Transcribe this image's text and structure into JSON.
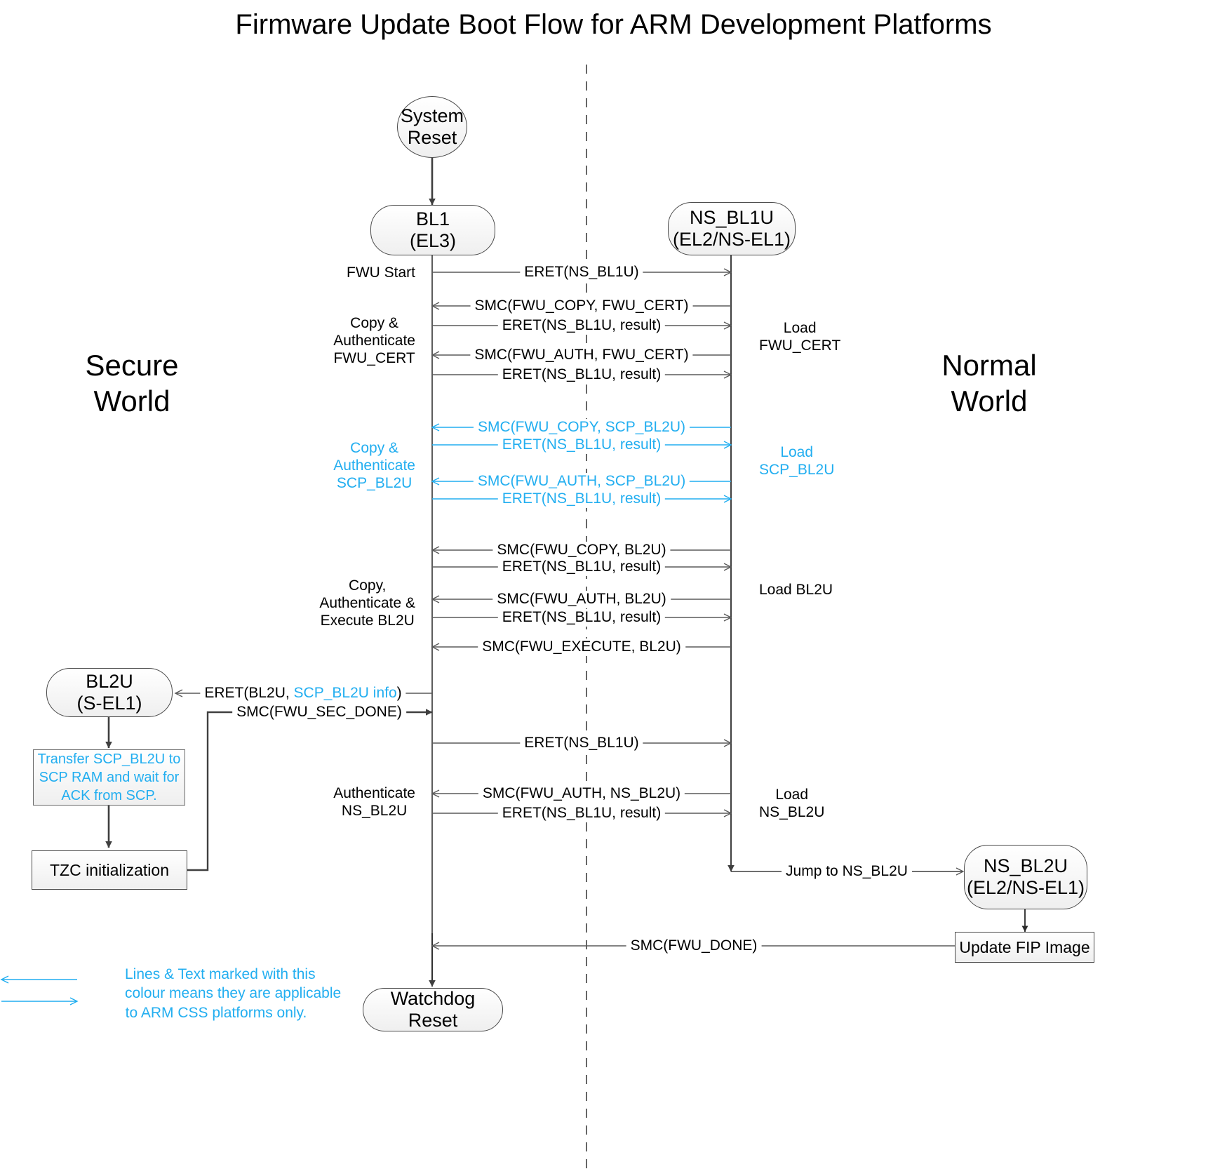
{
  "title": "Firmware Update Boot Flow for ARM Development Platforms",
  "colors": {
    "css_accent": "#22AEF0",
    "line": "#3f3f3f",
    "node_border": "#4a4a4a",
    "node_fill_top": "#ffffff",
    "node_fill_bottom": "#efefef",
    "text": "#000000"
  },
  "worlds": {
    "secure": "Secure\nWorld",
    "normal": "Normal\nWorld"
  },
  "nodes": {
    "system_reset": "System\nReset",
    "bl1": "BL1\n(EL3)",
    "ns_bl1u": "NS_BL1U\n(EL2/NS-EL1)",
    "bl2u": "BL2U\n(S-EL1)",
    "ns_bl2u": "NS_BL2U\n(EL2/NS-EL1)",
    "watchdog_reset": "Watchdog Reset",
    "tzc_init": "TZC initialization",
    "update_fip": "Update FIP Image"
  },
  "notes": {
    "transfer_scp": "Transfer SCP_BL2U to\nSCP RAM and wait for\nACK from SCP."
  },
  "left_labels": [
    {
      "id": "fwu-start",
      "text": "FWU Start",
      "accent": false
    },
    {
      "id": "copy-auth-fwucert",
      "text": "Copy &\nAuthenticate\nFWU_CERT",
      "accent": false
    },
    {
      "id": "copy-auth-scpbl2u",
      "text": "Copy &\nAuthenticate\nSCP_BL2U",
      "accent": true
    },
    {
      "id": "copy-auth-exec-bl2u",
      "text": "Copy,\nAuthenticate &\nExecute BL2U",
      "accent": false
    },
    {
      "id": "auth-nsbl2u",
      "text": "Authenticate\nNS_BL2U",
      "accent": false
    }
  ],
  "right_labels": [
    {
      "id": "load-fwu-cert",
      "text": "Load\nFWU_CERT",
      "accent": false
    },
    {
      "id": "load-scp-bl2u",
      "text": "Load\nSCP_BL2U",
      "accent": true
    },
    {
      "id": "load-bl2u",
      "text": "Load BL2U",
      "accent": false
    },
    {
      "id": "load-ns-bl2u",
      "text": "Load\nNS_BL2U",
      "accent": false
    }
  ],
  "messages": [
    {
      "id": "m1",
      "text": "ERET(NS_BL1U)",
      "dir": "right",
      "accent": false
    },
    {
      "id": "m2",
      "text": "SMC(FWU_COPY, FWU_CERT)",
      "dir": "left",
      "accent": false
    },
    {
      "id": "m3",
      "text": "ERET(NS_BL1U, result)",
      "dir": "right",
      "accent": false
    },
    {
      "id": "m4",
      "text": "SMC(FWU_AUTH, FWU_CERT)",
      "dir": "left",
      "accent": false
    },
    {
      "id": "m5",
      "text": "ERET(NS_BL1U, result)",
      "dir": "right",
      "accent": false
    },
    {
      "id": "m6",
      "text": "SMC(FWU_COPY, SCP_BL2U)",
      "dir": "left",
      "accent": true
    },
    {
      "id": "m7",
      "text": "ERET(NS_BL1U, result)",
      "dir": "right",
      "accent": true
    },
    {
      "id": "m8",
      "text": "SMC(FWU_AUTH, SCP_BL2U)",
      "dir": "left",
      "accent": true
    },
    {
      "id": "m9",
      "text": "ERET(NS_BL1U, result)",
      "dir": "right",
      "accent": true
    },
    {
      "id": "m10",
      "text": "SMC(FWU_COPY, BL2U)",
      "dir": "left",
      "accent": false
    },
    {
      "id": "m11",
      "text": "ERET(NS_BL1U, result)",
      "dir": "right",
      "accent": false
    },
    {
      "id": "m12",
      "text": "SMC(FWU_AUTH, BL2U)",
      "dir": "left",
      "accent": false
    },
    {
      "id": "m13",
      "text": "ERET(NS_BL1U, result)",
      "dir": "right",
      "accent": false
    },
    {
      "id": "m14",
      "text": "SMC(FWU_EXECUTE, BL2U)",
      "dir": "left",
      "accent": false
    },
    {
      "id": "m15",
      "text": "SMC(FWU_SEC_DONE)",
      "dir": "right",
      "accent": false
    },
    {
      "id": "m16",
      "text": "ERET(NS_BL1U)",
      "dir": "right",
      "accent": false
    },
    {
      "id": "m17",
      "text": "SMC(FWU_AUTH, NS_BL2U)",
      "dir": "left",
      "accent": false
    },
    {
      "id": "m18",
      "text": "ERET(NS_BL1U, result)",
      "dir": "right",
      "accent": false
    },
    {
      "id": "m19",
      "text": "Jump to NS_BL2U",
      "dir": "right",
      "accent": false
    },
    {
      "id": "m20",
      "text": "SMC(FWU_DONE)",
      "dir": "left",
      "accent": false
    }
  ],
  "eret_bl2u": {
    "prefix": "ERET(BL2U, ",
    "accent_part": "SCP_BL2U info",
    "suffix": ")"
  },
  "legend": {
    "text": "Lines & Text marked with this\ncolour means they are applicable\nto ARM CSS platforms only."
  }
}
